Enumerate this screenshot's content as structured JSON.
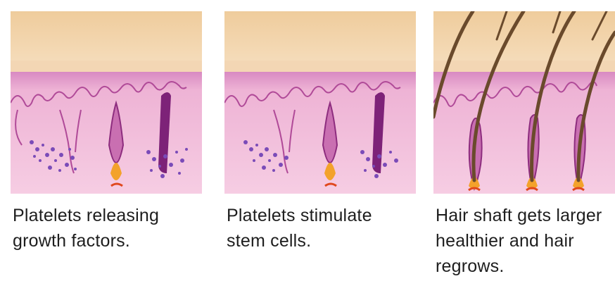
{
  "steps": [
    {
      "caption": "Platelets releasing\ngrowth factors."
    },
    {
      "caption": "Platelets stimulate\nstem cells."
    },
    {
      "caption": "Hair shaft gets larger\nhealthier and hair\nregrows."
    }
  ],
  "colors": {
    "outer_skin": "#f0cfa0",
    "outer_skin_light": "#f6dcba",
    "dermis_top": "#d57fbd",
    "dermis": "#f1bcd9",
    "dermis_lines": "#b04a98",
    "follicle": "#a04590",
    "bulb": "#f3a22b",
    "platelets": "#7a4bb8",
    "hair_shaft": "#6a4a2c"
  }
}
